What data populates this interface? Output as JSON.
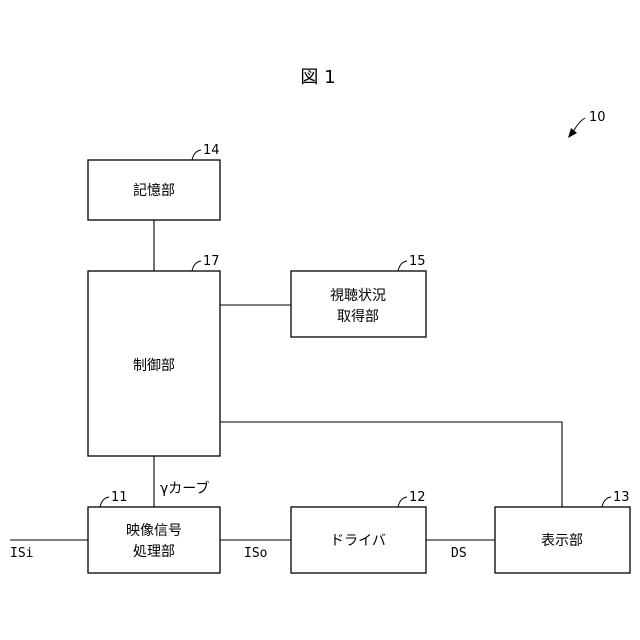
{
  "figure": {
    "title": "図 1",
    "device_ref": "10"
  },
  "blocks": {
    "storage": {
      "label": "記憶部",
      "ref": "14"
    },
    "control": {
      "label": "制御部",
      "ref": "17"
    },
    "viewing": {
      "label_line1": "視聴状況",
      "label_line2": "取得部",
      "ref": "15"
    },
    "video": {
      "label_line1": "映像信号",
      "label_line2": "処理部",
      "ref": "11"
    },
    "driver": {
      "label": "ドライバ",
      "ref": "12"
    },
    "display": {
      "label": "表示部",
      "ref": "13"
    }
  },
  "signals": {
    "input": "ISi",
    "output": "ISo",
    "drive": "DS",
    "gamma": "γカーブ"
  }
}
